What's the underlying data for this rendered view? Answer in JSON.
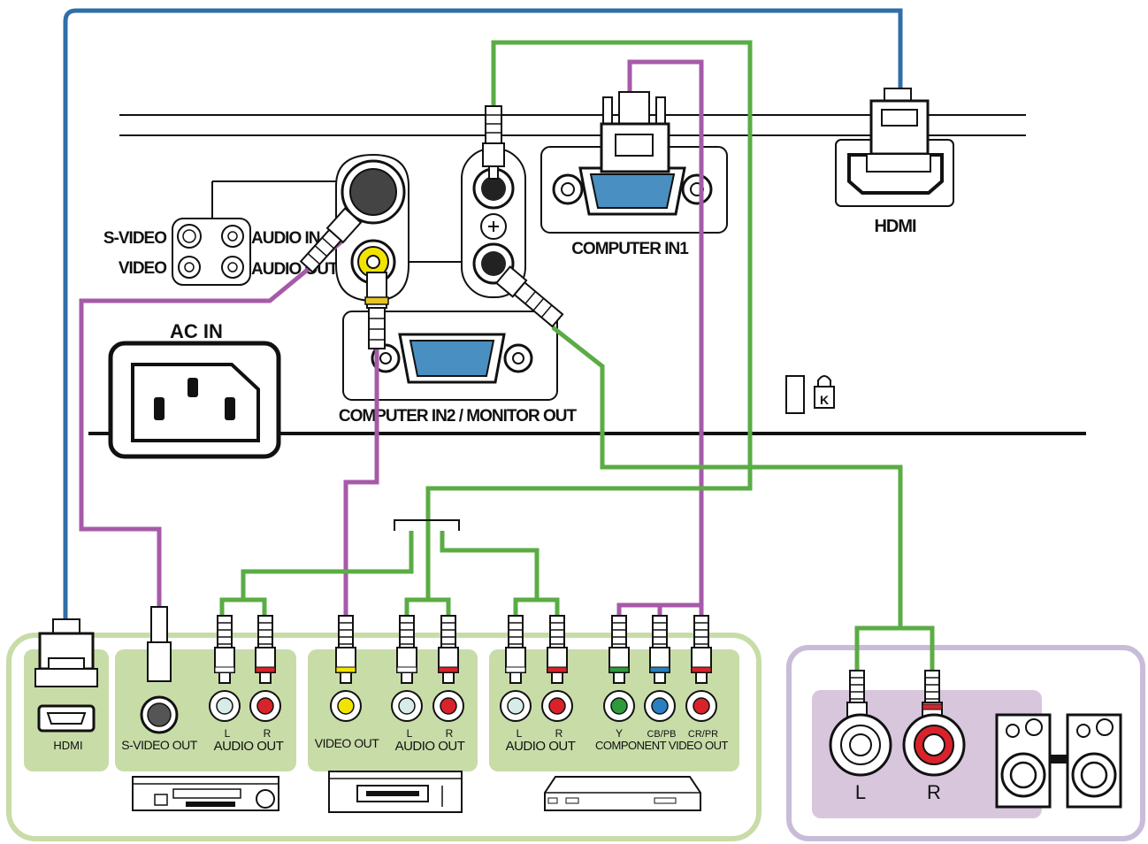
{
  "projector": {
    "svideo_label": "S-VIDEO",
    "video_label": "VIDEO",
    "audio_in_label": "AUDIO IN",
    "audio_out_label": "AUDIO OUT",
    "ac_in_label": "AC IN",
    "computer_in1_label": "COMPUTER IN1",
    "computer_in2_label": "COMPUTER IN2 / MONITOR OUT",
    "hdmi_label": "HDMI"
  },
  "sources": {
    "hdmi_label": "HDMI",
    "svideo_out_label": "S-VIDEO OUT",
    "video_out_label": "VIDEO OUT",
    "audio_out_label": "AUDIO OUT",
    "l_label": "L",
    "r_label": "R",
    "y_label": "Y",
    "cb_label": "CB/PB",
    "cr_label": "CR/PR",
    "component_label": "COMPONENT VIDEO OUT"
  },
  "speakers": {
    "l_label": "L",
    "r_label": "R"
  },
  "colors": {
    "hdmi_cable": "#2f6fa8",
    "audio_cable": "#5aac44",
    "video_cable": "#a65aa8",
    "source_panel": "#c8dca8",
    "speaker_panel": "#c9bcd9",
    "vga_blue": "#4a8fc1",
    "rca_yellow": "#f2e400",
    "rca_red": "#d8232a",
    "rca_green": "#2f9a3c",
    "rca_blue": "#2a7fc0"
  }
}
